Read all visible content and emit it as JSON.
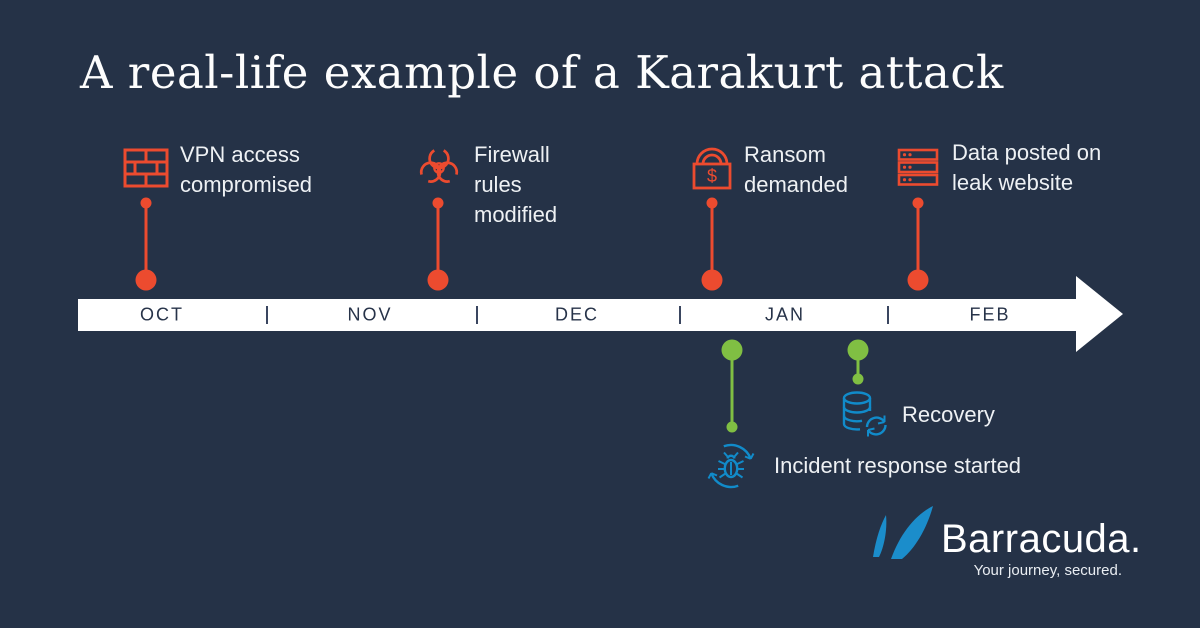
{
  "title": "A real-life example of a Karakurt attack",
  "colors": {
    "background": "#253247",
    "attack_red": "#ec4b2f",
    "response_green": "#80bf43",
    "info_blue": "#118bca",
    "timeline_white": "#ffffff"
  },
  "timeline": {
    "months": [
      "OCT",
      "NOV",
      "DEC",
      "JAN",
      "FEB"
    ]
  },
  "attack_events": [
    {
      "icon": "firewall-brick-icon",
      "label": "VPN access\ncompromised"
    },
    {
      "icon": "biohazard-icon",
      "label": "Firewall\nrules\nmodified"
    },
    {
      "icon": "ransom-lock-icon",
      "label": "Ransom\ndemanded",
      "lock_symbol": "$"
    },
    {
      "icon": "server-stack-icon",
      "label": "Data posted on\nleak website"
    }
  ],
  "response_events": [
    {
      "icon": "bug-containment-icon",
      "label": "Incident response started"
    },
    {
      "icon": "database-restore-icon",
      "label": "Recovery"
    }
  ],
  "logo": {
    "name": "Barracuda.",
    "tagline": "Your journey, secured."
  }
}
